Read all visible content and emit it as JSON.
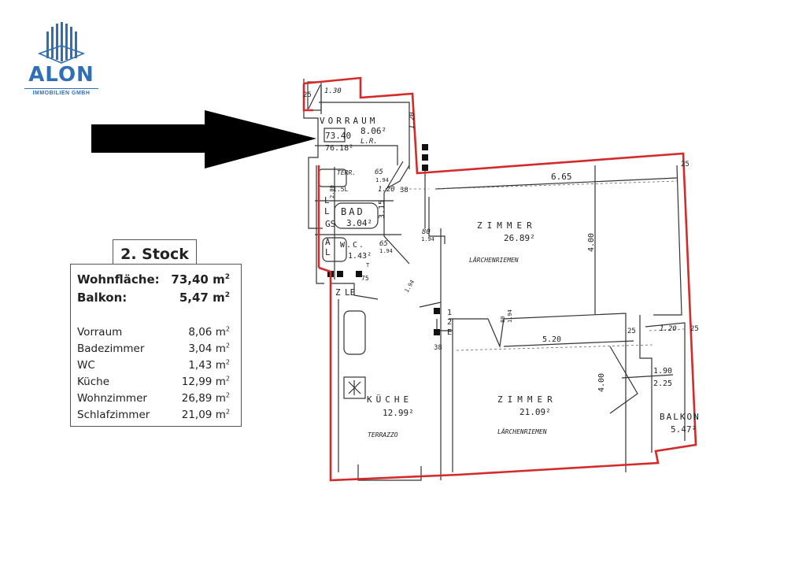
{
  "logo": {
    "name": "ALON",
    "subtitle": "IMMOBILIEN GMBH",
    "color": "#2f6fb5"
  },
  "summary": {
    "floor_label": "2. Stock",
    "totals": [
      {
        "label": "Wohnfläche:",
        "value": "73,40",
        "unit": "m",
        "exp": "2"
      },
      {
        "label": "Balkon:",
        "value": "5,47",
        "unit": "m",
        "exp": "2"
      }
    ],
    "rooms": [
      {
        "label": "Vorraum",
        "value": "8,06",
        "unit": "m",
        "exp": "2"
      },
      {
        "label": "Badezimmer",
        "value": "3,04",
        "unit": "m",
        "exp": "2"
      },
      {
        "label": "WC",
        "value": "1,43",
        "unit": "m",
        "exp": "2"
      },
      {
        "label": "Küche",
        "value": "12,99",
        "unit": "m",
        "exp": "2"
      },
      {
        "label": "Wohnzimmer",
        "value": "26,89",
        "unit": "m",
        "exp": "2"
      },
      {
        "label": "Schlafzimmer",
        "value": "21,09",
        "unit": "m",
        "exp": "2"
      }
    ]
  },
  "plan": {
    "outline_color": "#d42a2a",
    "rooms": {
      "vorraum": {
        "name": "VORRAUM",
        "area": "8.06²",
        "extra": "L.R.",
        "boxed_total": "73.40",
        "sub_total": "76.18²"
      },
      "bad": {
        "name": "BAD",
        "area": "3.04²"
      },
      "wc": {
        "name": "W.C.",
        "area": "1.43²"
      },
      "terr": {
        "label": "TERR."
      },
      "zimmer1": {
        "name": "ZIMMER",
        "area": "26.89²",
        "floor": "LÄRCHENRIEMEN"
      },
      "zimmer2": {
        "name": "ZIMMER",
        "area": "21.09²",
        "floor": "LÄRCHENRIEMEN"
      },
      "kueche": {
        "name": "KÜCHE",
        "area": "12.99²",
        "floor": "TERRAZZO"
      },
      "balkon": {
        "name": "BALKON",
        "area": "5.47²"
      }
    },
    "dimensions": {
      "d_130": "1.30",
      "d_120v": "1.20",
      "d_665": "6.65",
      "d_400a": "4.00",
      "d_400b": "4.00",
      "d_520": "5.20",
      "d_120": "1.20",
      "d_190": "1.90",
      "d_225": "2.25",
      "d_315": "3.15",
      "d_120b": "1.20",
      "d_38a": "38",
      "d_38b": "38",
      "d_65a": "65",
      "d_194a": "1.94",
      "d_65b": "65",
      "d_194b": "1.94",
      "d_80a": "80",
      "d_194c": "1.94",
      "d_80b": "80",
      "d_194d": "1.94",
      "d_25a": "25",
      "d_25b": "25",
      "d_25c": "25",
      "d_25d": "25",
      "d_151": "1.5L",
      "d_200": "2.00",
      "d_75": "75",
      "d_194e": "1.94"
    },
    "marks": {
      "gs": "GS",
      "l1": "L",
      "l2": "L",
      "a": "A",
      "l3": "L",
      "le": "LE",
      "z": "Z",
      "one": "1",
      "two": "2",
      "e": "E",
      "t": "T"
    }
  }
}
